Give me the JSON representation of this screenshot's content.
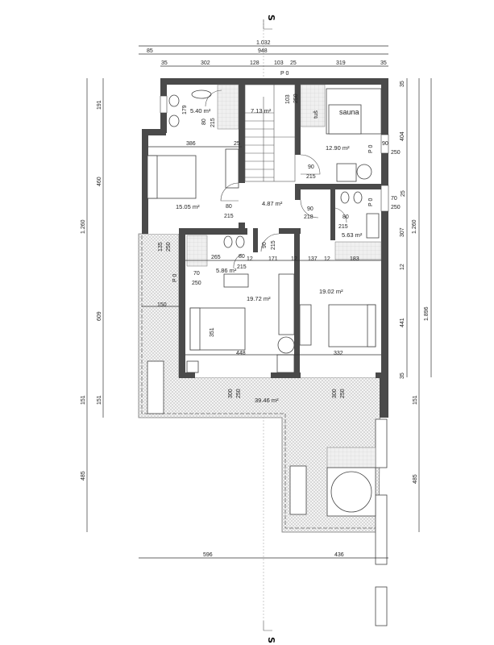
{
  "section_marker": "S",
  "top_dims": {
    "overall": "1.032",
    "offset": "85",
    "inner": "948",
    "segments": [
      "35",
      "302",
      "128",
      "103",
      "25",
      "319",
      "35"
    ]
  },
  "level_marks": [
    "P 0",
    "P 0",
    "P 0",
    "P 0"
  ],
  "rooms": {
    "bath_top": "5.40 m²",
    "stair": "7.13 m²",
    "shower": "tuš",
    "sauna": "sauna",
    "sauna_room": "12.90 m²",
    "bedroom_left": "15.05 m²",
    "hall": "4.87 m²",
    "bath_right": "5.63 m²",
    "bath_mid": "5.86 m²",
    "bedroom_mid": "19.72 m²",
    "bedroom_right": "19.02 m²",
    "terrace": "39.46 m²"
  },
  "inner_dims": {
    "d179": "179",
    "d80a": "80",
    "d215a": "215",
    "d103": "103",
    "d250a": "250",
    "d386": "386",
    "d25a": "25",
    "d90a": "90",
    "d215b": "215",
    "d90r": "90",
    "d250r": "250",
    "d70r": "70",
    "d250r2": "250",
    "d80b": "80",
    "d215c": "215",
    "d90b": "90",
    "d218": "218",
    "d80c": "80",
    "d215d": "215",
    "d135": "135",
    "d250b": "250",
    "d90c": "90",
    "d215e": "215",
    "d265": "265",
    "d80d": "80",
    "d12a": "12",
    "d171": "171",
    "d12b": "12",
    "d137": "137",
    "d12c": "12",
    "d183": "183",
    "d70": "70",
    "d250c": "250",
    "d150": "150",
    "d351": "351",
    "d448": "448",
    "d332": "332",
    "d300a": "300",
    "d250d": "250",
    "d300b": "300",
    "d250e": "250",
    "d215f": "215"
  },
  "right_dims": {
    "r35a": "35",
    "r404": "404",
    "r25": "25",
    "r307": "307",
    "r12": "12",
    "r441": "441",
    "r35b": "35",
    "r151": "151",
    "r1260": "1.260",
    "r1896": "1.896",
    "r485": "485"
  },
  "left_dims": {
    "l191": "191",
    "l460": "460",
    "l1260": "1.260",
    "l609": "609",
    "l151a": "151",
    "l151b": "151",
    "l485": "485"
  },
  "bottom_dims": {
    "b596": "596",
    "b436": "436"
  }
}
